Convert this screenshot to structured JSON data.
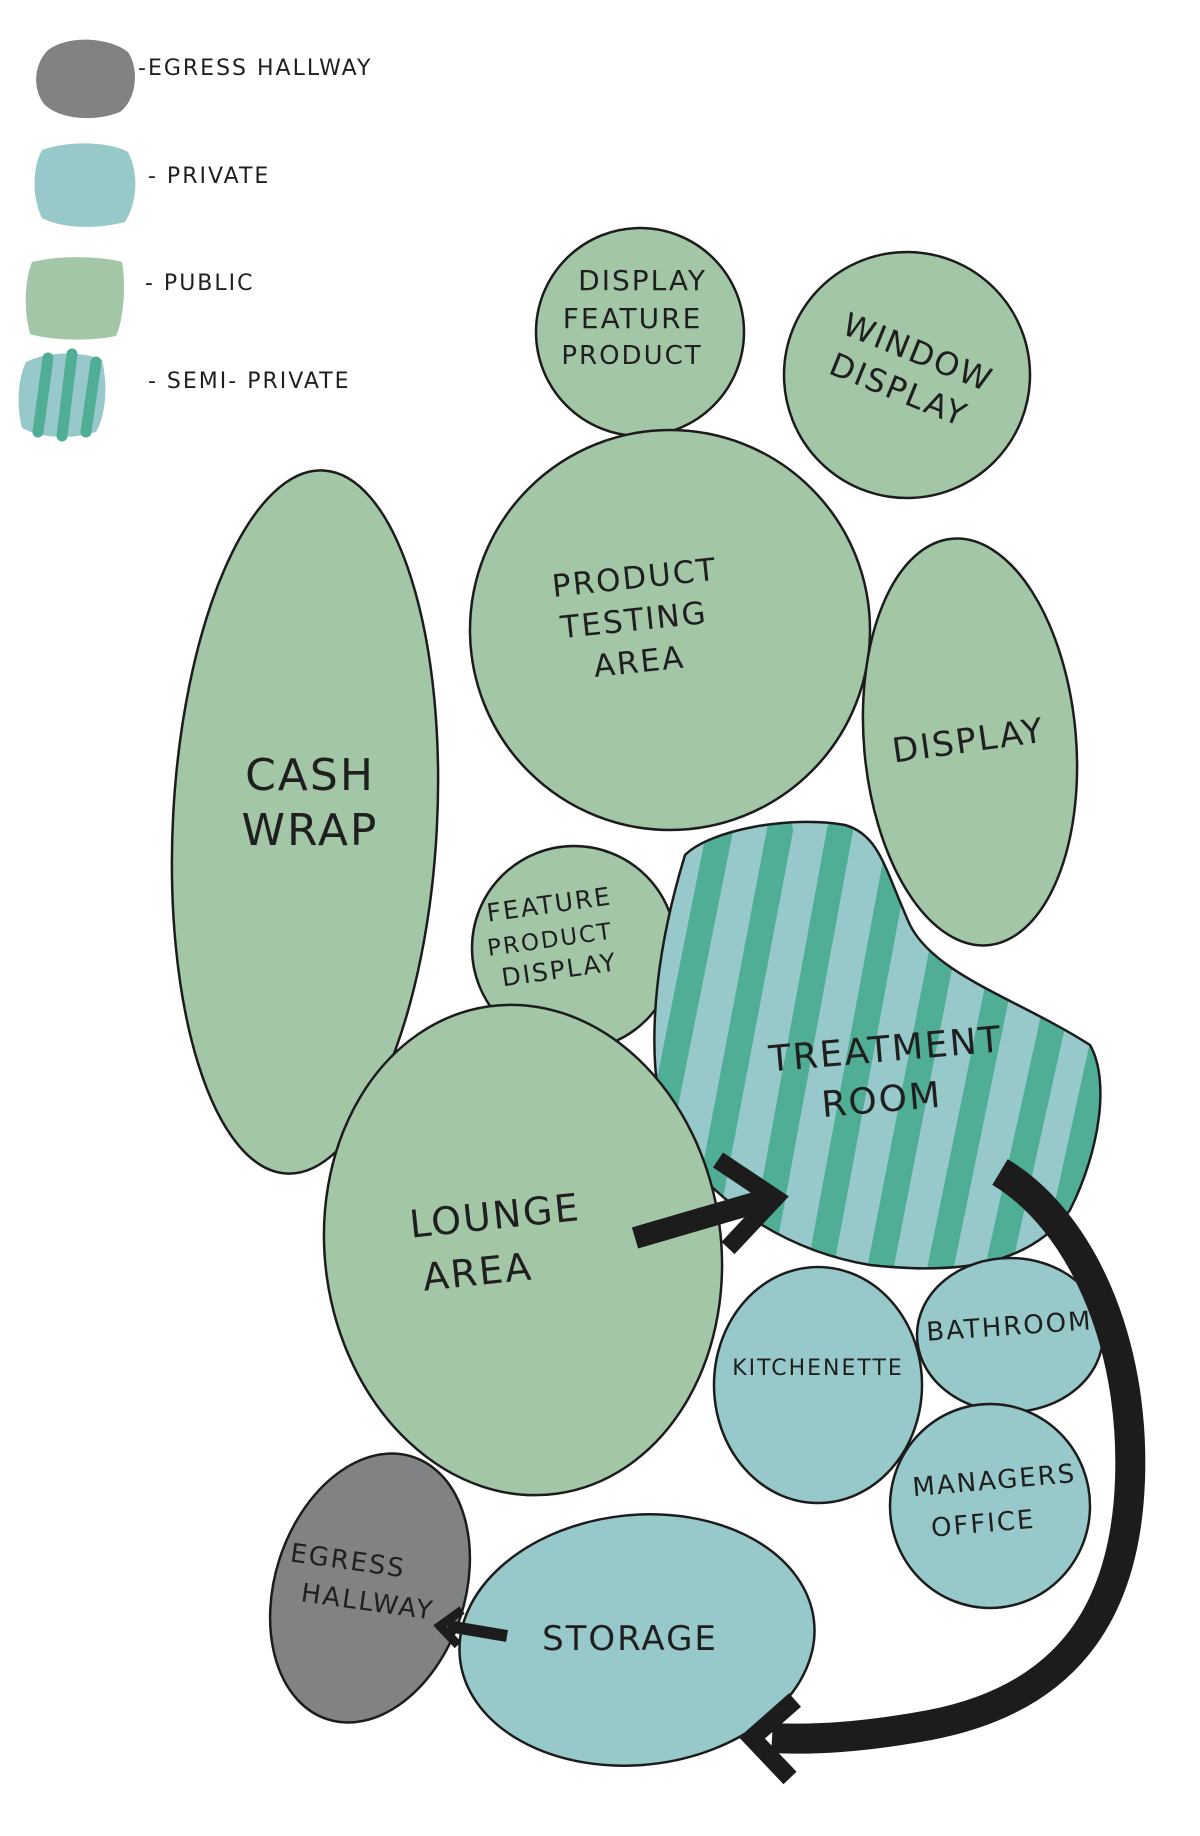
{
  "colors": {
    "egress": "#818284",
    "private": "#98c9ca",
    "public": "#a3c6a6",
    "semi_private_base": "#98c9ca",
    "semi_private_stripe": "#4fae95",
    "outline": "#1c1c1c"
  },
  "legend": [
    {
      "key": "egress",
      "label": "-EGRESS HALLWAY"
    },
    {
      "key": "private",
      "label": "- PRIVATE"
    },
    {
      "key": "public",
      "label": "- PUBLIC"
    },
    {
      "key": "semi_private",
      "label": "- SEMI- PRIVATE"
    }
  ],
  "rooms": {
    "display_feature_product": [
      "DISPLAY",
      "FEATURE",
      "PRODUCT"
    ],
    "window_display": [
      "WINDOW",
      "DISPLAY"
    ],
    "product_testing_area": [
      "PRODUCT",
      "TESTING",
      "AREA"
    ],
    "cash_wrap": [
      "CASH",
      "WRAP"
    ],
    "display": [
      "DISPLAY"
    ],
    "feature_product_display": [
      "FEATURE",
      "PRODUCT",
      "DISPLAY"
    ],
    "treatment_room": [
      "TREATMENT",
      "ROOM"
    ],
    "lounge_area": [
      "LOUNGE",
      "AREA"
    ],
    "kitchenette": [
      "KITCHENETTE"
    ],
    "bathroom": [
      "BATHROOM"
    ],
    "managers_office": [
      "MANAGERS",
      "OFFICE"
    ],
    "egress_hallway": [
      "EGRESS",
      "HALLWAY"
    ],
    "storage": [
      "STORAGE"
    ]
  }
}
